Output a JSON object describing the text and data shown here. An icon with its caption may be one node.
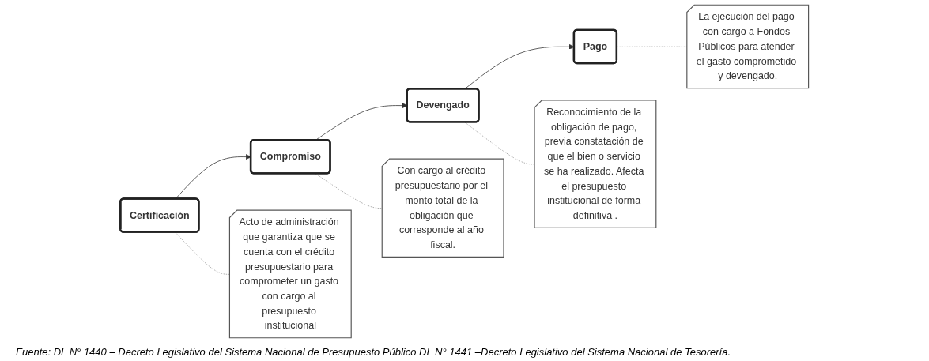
{
  "diagram": {
    "caption": "Fuente: DL N° 1440 – Decreto Legislativo del Sistema Nacional de Presupuesto Público DL N° 1441 –Decreto Legislativo del Sistema Nacional de Tesorería.",
    "nodes": [
      {
        "text": [
          "Certificación"
        ]
      },
      {
        "text": [
          "Compromiso"
        ]
      },
      {
        "text": [
          "Devengado"
        ]
      },
      {
        "text": [
          "Pago"
        ]
      },
      {
        "text": [
          "Acto de administración que garantiza que se cuenta con el crédito presupuestario para comprometer un gasto con cargo al presupuesto institucional"
        ]
      },
      {
        "text": [
          "Con cargo al crédito presupuestario por el monto total de la obligación que corresponde al año fiscal."
        ]
      },
      {
        "text": [
          "Reconocimiento de la obligación de pago, previa constatación de que el bien o servicio se ha realizado. Afecta el presupuesto institucional de forma definitiva ."
        ]
      },
      {
        "text": [
          "La ejecución del pago con cargo a Fondos Públicos para atender el gasto comprometido y devengado."
        ]
      }
    ],
    "edges": [
      {
        "from": 0,
        "to": 1,
        "arrow": "to",
        "color": "#333333"
      },
      {
        "from": 1,
        "to": 2,
        "arrow": "to",
        "color": "#333333"
      },
      {
        "from": 2,
        "to": 3,
        "arrow": "to",
        "color": "#333333"
      },
      {
        "from": 0,
        "to": 4,
        "arrow": "none",
        "style": "dashed",
        "color": "#999999"
      },
      {
        "from": 1,
        "to": 5,
        "arrow": "none",
        "style": "dashed",
        "color": "#999999"
      },
      {
        "from": 2,
        "to": 6,
        "arrow": "none",
        "style": "dashed",
        "color": "#999999"
      },
      {
        "from": 3,
        "to": 7,
        "arrow": "none",
        "style": "dashed",
        "color": "#999999"
      }
    ]
  }
}
